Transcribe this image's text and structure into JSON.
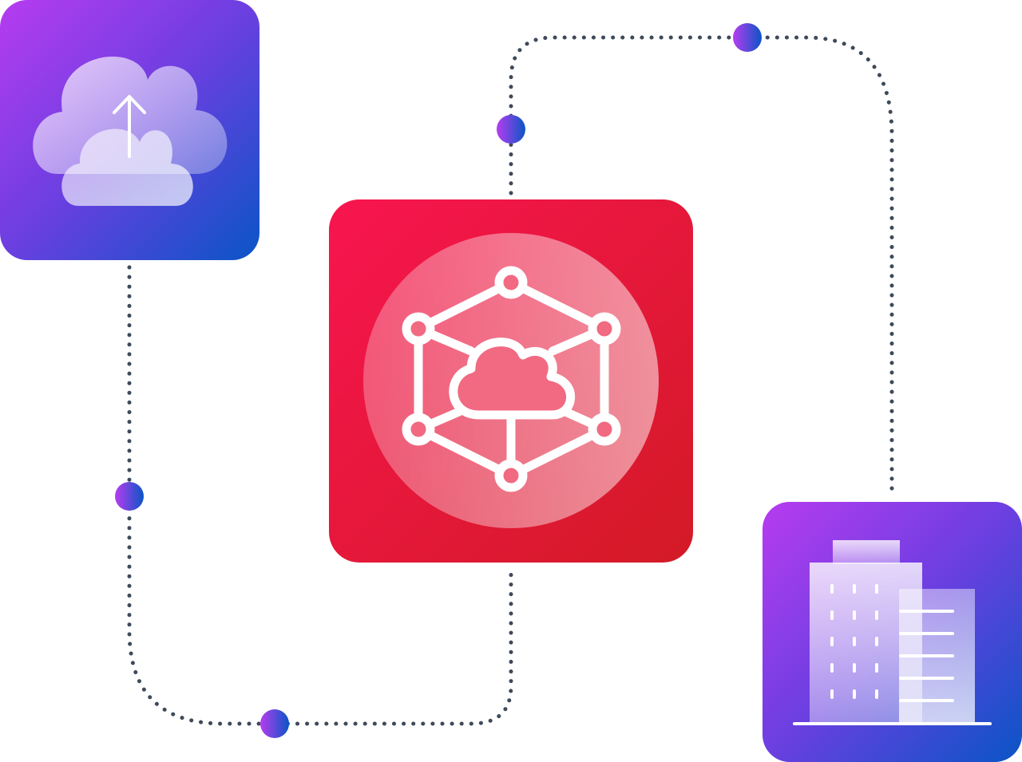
{
  "colors": {
    "background": "#ffffff",
    "dotted_line": "#3e4a5a",
    "tile_gradient_start": "#b73cf0",
    "tile_gradient_mid": "#6a3fe0",
    "tile_gradient_end": "#0a55c6",
    "center_gradient_start": "#f8154f",
    "center_gradient_end": "#d31a26",
    "icon_stroke": "#ffffff"
  },
  "nodes": [
    {
      "id": "cloud-upload",
      "icon": "cloud-upload-icon",
      "style": "purple-tile"
    },
    {
      "id": "cloud-network",
      "icon": "cloud-network-icon",
      "style": "red-tile"
    },
    {
      "id": "office-building",
      "icon": "office-building-icon",
      "style": "purple-tile"
    }
  ],
  "connectors": [
    {
      "from": "cloud-upload",
      "to": "cloud-network",
      "style": "dotted",
      "markers": 2
    },
    {
      "from": "cloud-network",
      "to": "office-building",
      "style": "dotted",
      "markers": 2
    }
  ]
}
